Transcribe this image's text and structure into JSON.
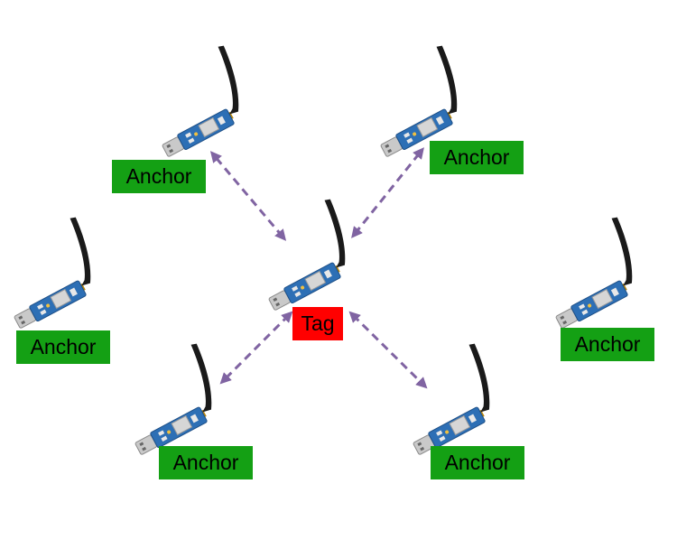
{
  "colors": {
    "anchor_label_bg": "#14a014",
    "tag_label_bg": "#ff0000",
    "arrow": "#8064a2",
    "board": "#2d6fb5",
    "antenna": "#1a1a1a",
    "usb_plug": "#c9c9c9"
  },
  "nodes": [
    {
      "id": "anchor-top-left",
      "role": "anchor",
      "label": "Anchor"
    },
    {
      "id": "anchor-top-right",
      "role": "anchor",
      "label": "Anchor"
    },
    {
      "id": "anchor-mid-left",
      "role": "anchor",
      "label": "Anchor"
    },
    {
      "id": "anchor-mid-right",
      "role": "anchor",
      "label": "Anchor"
    },
    {
      "id": "anchor-bottom-left",
      "role": "anchor",
      "label": "Anchor"
    },
    {
      "id": "anchor-bottom-right",
      "role": "anchor",
      "label": "Anchor"
    },
    {
      "id": "tag-center",
      "role": "tag",
      "label": "Tag"
    }
  ],
  "links": [
    {
      "from": "tag-center",
      "to": "anchor-top-left",
      "style": "dashed-double-arrow"
    },
    {
      "from": "tag-center",
      "to": "anchor-top-right",
      "style": "dashed-double-arrow"
    },
    {
      "from": "tag-center",
      "to": "anchor-bottom-left",
      "style": "dashed-double-arrow"
    },
    {
      "from": "tag-center",
      "to": "anchor-bottom-right",
      "style": "dashed-double-arrow"
    }
  ]
}
